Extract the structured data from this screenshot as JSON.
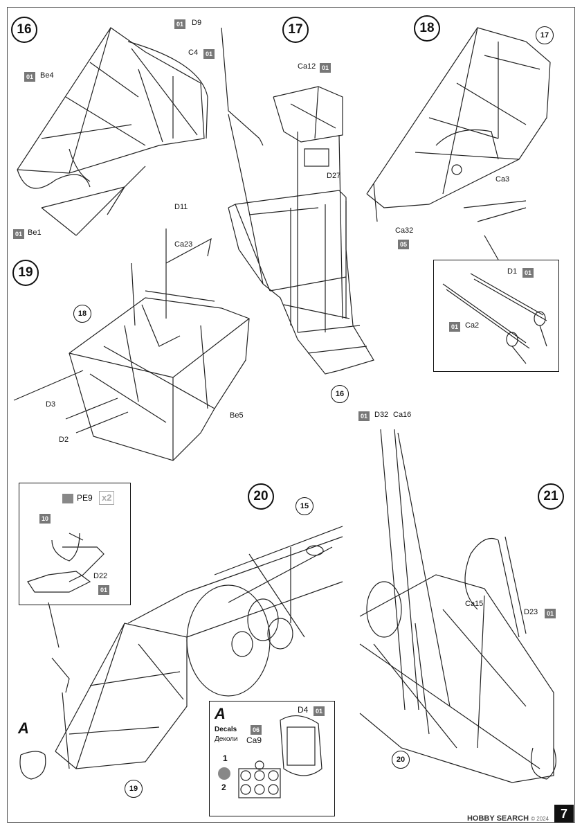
{
  "steps": {
    "s16": "16",
    "s17": "17",
    "s18": "18",
    "s19": "19",
    "s20": "20",
    "s21": "21"
  },
  "refs": {
    "r17_in18": "17",
    "r18_in19": "18",
    "r16_in17": "16",
    "r15_in20": "15",
    "r19_in20": "19",
    "r20_in21": "20"
  },
  "sprues": {
    "d9": "01",
    "c4": "01",
    "be4": "01",
    "be1": "01",
    "ca12": "01",
    "ca32": "05",
    "d1": "01",
    "ca2": "01",
    "pe_frame": "10",
    "d22": "01",
    "d4": "01",
    "decals": "06",
    "d32": "01",
    "d23": "01"
  },
  "labels": {
    "d9": "D9",
    "c4": "C4",
    "be4": "Be4",
    "be1": "Be1",
    "ca12": "Ca12",
    "d27": "D27",
    "ca3": "Ca3",
    "ca32": "Ca32",
    "d1": "D1",
    "ca2": "Ca2",
    "d11": "D11",
    "ca23": "Ca23",
    "d3": "D3",
    "d2": "D2",
    "be5": "Be5",
    "pe9": "PE9",
    "x2": "x2",
    "d22": "D22",
    "d32": "D32",
    "ca16": "Ca16",
    "ca15": "Ca15",
    "d23": "D23",
    "d4": "D4",
    "ca9": "Ca9"
  },
  "callout_a": {
    "letter_left": "A",
    "letter_inset": "A",
    "decals_en": "Decals",
    "decals_ru": "Деколи",
    "num1": "1",
    "num2": "2"
  },
  "footer": {
    "page_number": "7",
    "watermark": "HOBBY SEARCH",
    "copyright": "© 2024"
  }
}
